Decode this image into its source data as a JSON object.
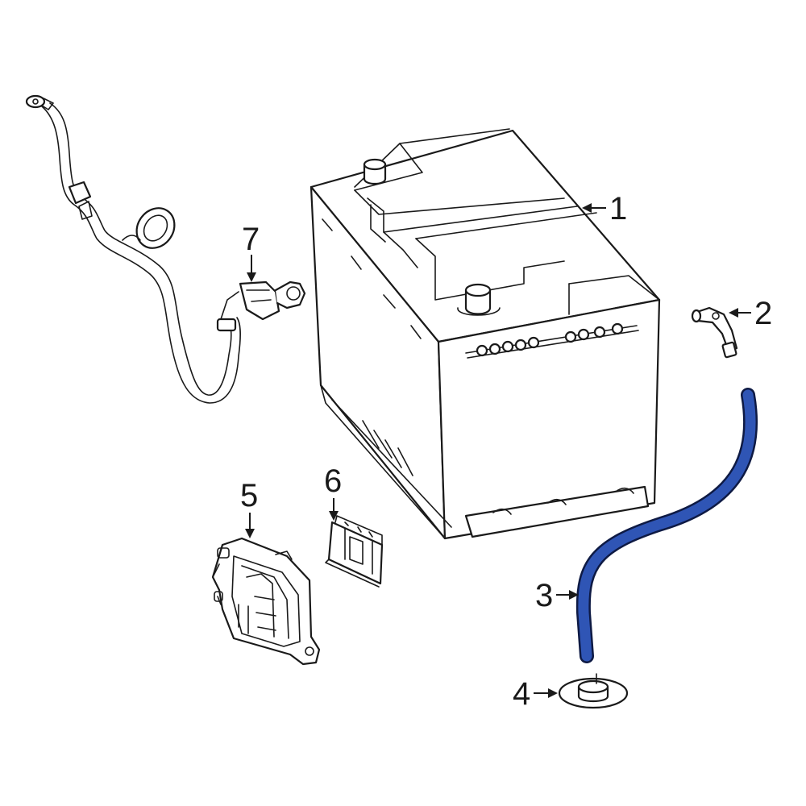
{
  "colors": {
    "line": "#1a1a1a",
    "background": "#ffffff",
    "highlight_fill": "#2f55b5",
    "highlight_outline": "#0e1a44"
  },
  "highlighted_part": "3",
  "parts": [
    {
      "label": "1",
      "name": "battery-icon"
    },
    {
      "label": "2",
      "name": "vent-elbow-icon"
    },
    {
      "label": "3",
      "name": "vent-hose-icon"
    },
    {
      "label": "4",
      "name": "grommet-icon"
    },
    {
      "label": "5",
      "name": "battery-tray-icon"
    },
    {
      "label": "6",
      "name": "retainer-clip-icon"
    },
    {
      "label": "7",
      "name": "ground-cable-icon"
    }
  ]
}
